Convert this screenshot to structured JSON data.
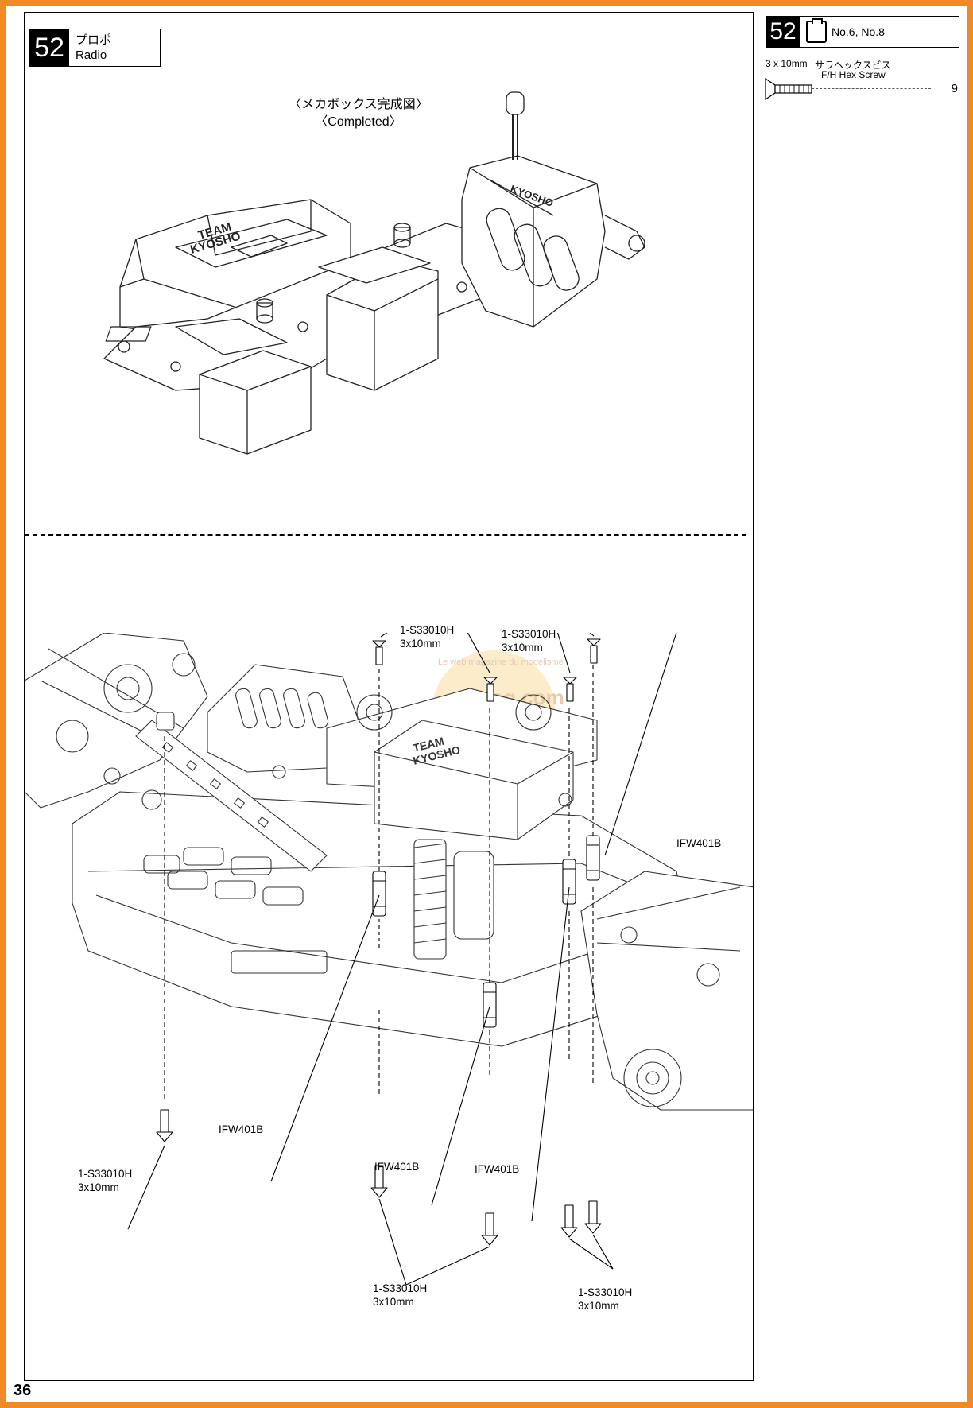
{
  "step": {
    "number": "52",
    "title_jp": "プロポ",
    "title_en": "Radio"
  },
  "completed": {
    "caption_jp": "〈メカボックス完成図〉",
    "caption_en": "〈Completed〉"
  },
  "parts": {
    "step_number": "52",
    "bag_ref": "No.6, No.8",
    "items": [
      {
        "size": "3 x 10mm",
        "name_jp": "サラヘックスビス",
        "name_en": "F/H Hex Screw",
        "qty": "9",
        "icon": "flat-head-screw-icon"
      }
    ]
  },
  "callouts": {
    "screw_top_left_code": "1-S33010H",
    "screw_top_left_size": "3x10mm",
    "screw_top_right_code": "1-S33010H",
    "screw_top_right_size": "3x10mm",
    "collar_right": "IFW401B",
    "collar_left": "IFW401B",
    "screw_bottom_left_code": "1-S33010H",
    "screw_bottom_left_size": "3x10mm",
    "collar_mid_left": "IFW401B",
    "collar_mid_right": "IFW401B",
    "screw_bottom_mid_code": "1-S33010H",
    "screw_bottom_mid_size": "3x10mm",
    "screw_bottom_right_code": "1-S33010H",
    "screw_bottom_right_size": "3x10mm"
  },
  "watermark": {
    "site": "rcmag.com",
    "tagline": "Le web magazine du modélisme"
  },
  "page_number": "36",
  "colors": {
    "frame": "#f08a24",
    "ink": "#000000",
    "line": "#222222"
  }
}
